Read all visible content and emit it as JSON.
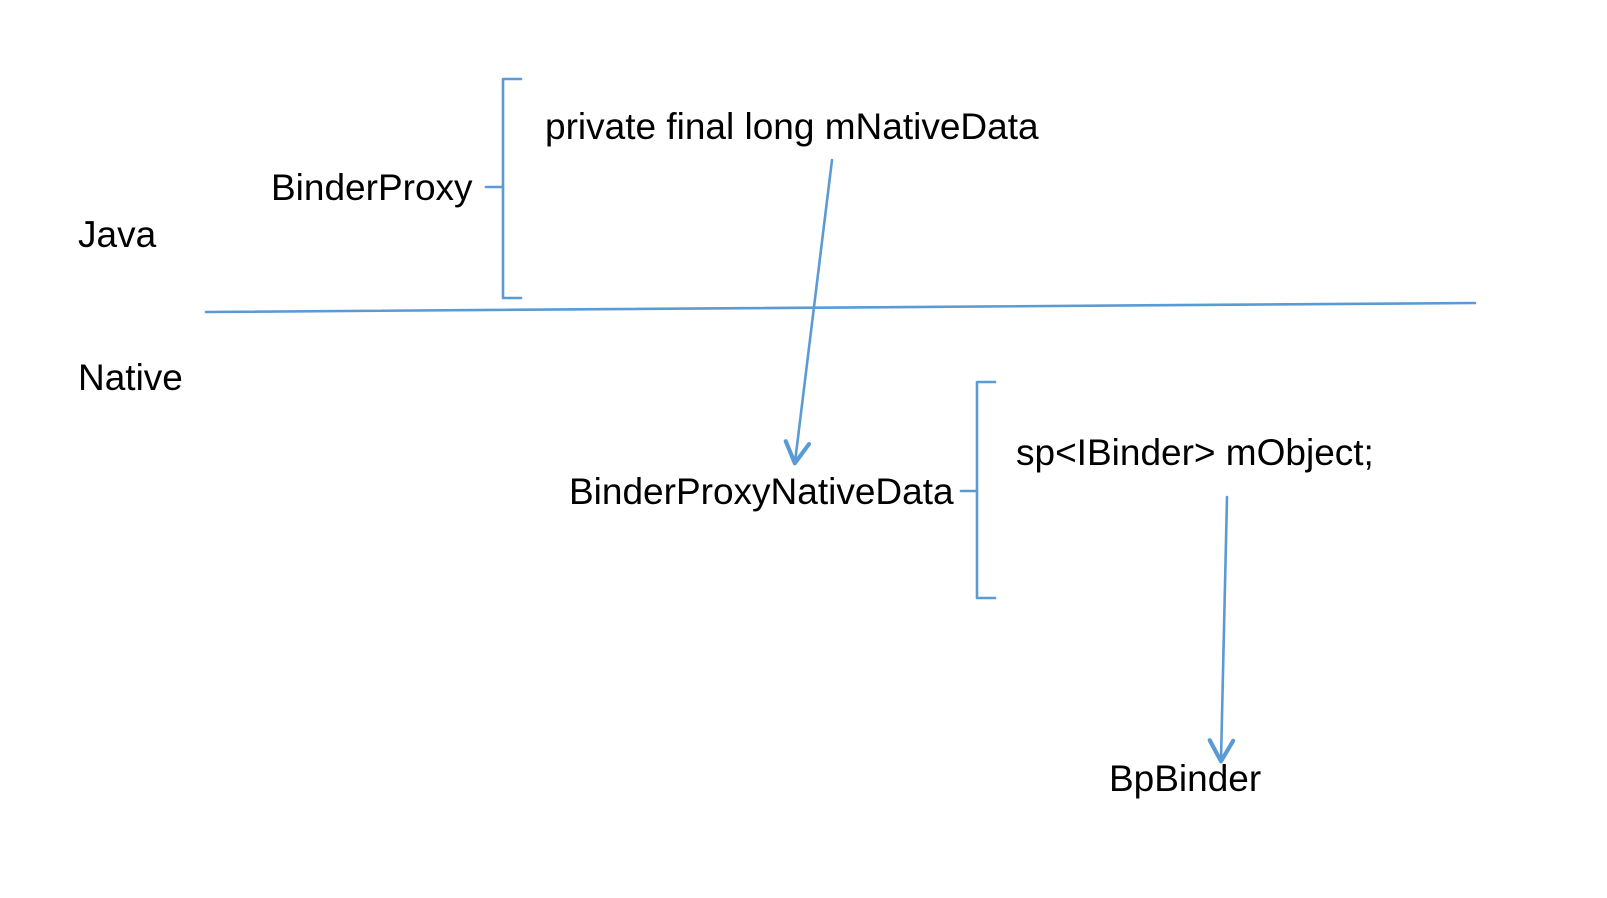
{
  "diagram": {
    "title": "Java / Native BinderProxy object layout",
    "accent_color": "#5B9BD5",
    "text_color": "#000000",
    "background_color": "#FFFFFF",
    "layers": [
      {
        "id": "java",
        "label": "Java"
      },
      {
        "id": "native",
        "label": "Native"
      }
    ],
    "nodes": [
      {
        "id": "binderproxy",
        "label": "BinderProxy",
        "layer": "java"
      },
      {
        "id": "mnativedata",
        "label": "private final long mNativeData",
        "layer": "java"
      },
      {
        "id": "binderproxynativedata",
        "label": "BinderProxyNativeData",
        "layer": "native"
      },
      {
        "id": "mobject",
        "label": "sp<IBinder> mObject;",
        "layer": "native"
      },
      {
        "id": "bpbinder",
        "label": "BpBinder",
        "layer": "native"
      }
    ],
    "brackets": [
      {
        "id": "binderproxy-bracket",
        "owner": "binderproxy",
        "contains": "mnativedata"
      },
      {
        "id": "binderproxynativedata-bracket",
        "owner": "binderproxynativedata",
        "contains": "mobject"
      }
    ],
    "connectors": [
      {
        "id": "mnativedata-to-binderproxynativedata",
        "from": "mnativedata",
        "to": "binderproxynativedata",
        "style": "arrow"
      },
      {
        "id": "mobject-to-bpbinder",
        "from": "mobject",
        "to": "bpbinder",
        "style": "arrow"
      }
    ],
    "divider": {
      "id": "java-native-divider",
      "separates": [
        "Java",
        "Native"
      ]
    }
  }
}
